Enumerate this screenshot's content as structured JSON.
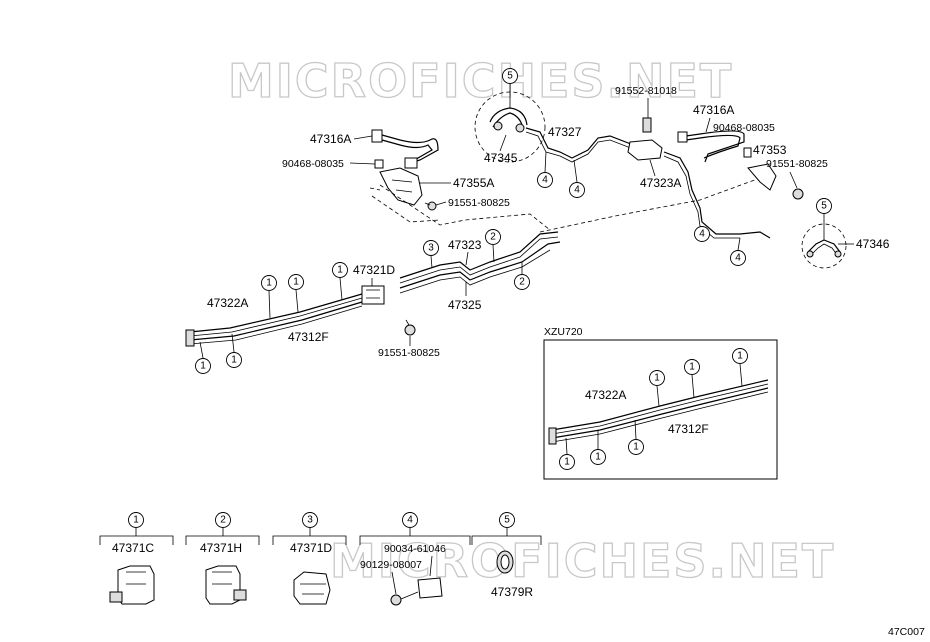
{
  "watermarks": [
    "MICROFICHES.NET",
    "MICROFICHES.NET"
  ],
  "diagram_code": "47C007",
  "inset_label": "XZU720",
  "parts": {
    "p47316A_left": "47316A",
    "p90468_left": "90468-08035",
    "p47355A": "47355A",
    "p91551_a": "91551-80825",
    "p47345": "47345",
    "p47327": "47327",
    "p91552": "91552-81018",
    "p47323A": "47323A",
    "p47316A_right": "47316A",
    "p90468_right": "90468-08035",
    "p47353": "47353",
    "p91551_b": "91551-80825",
    "p47346": "47346",
    "p47321D": "47321D",
    "p47323": "47323",
    "p47325": "47325",
    "p47322A": "47322A",
    "p47312F": "47312F",
    "p91551_c": "91551-80825",
    "inset_47322A": "47322A",
    "inset_47312F": "47312F"
  },
  "callouts": {
    "c5_top": "5",
    "c4_a": "4",
    "c4_b": "4",
    "c4_c": "4",
    "c4_d": "4",
    "c5_right": "5",
    "c3_mid": "3",
    "c2_a": "2",
    "c2_b": "2",
    "c1_a": "1",
    "c1_b": "1",
    "c1_c": "1",
    "c1_d": "1",
    "c1_e": "1",
    "in1_a": "1",
    "in1_b": "1",
    "in1_c": "1",
    "in1_d": "1",
    "in1_e": "1",
    "in1_f": "1"
  },
  "legend": [
    {
      "num": "1",
      "part": "47371C"
    },
    {
      "num": "2",
      "part": "47371H"
    },
    {
      "num": "3",
      "part": "47371D"
    },
    {
      "num": "4",
      "part_a": "90034-61046",
      "part_b": "90129-08007"
    },
    {
      "num": "5",
      "part": "47379R"
    }
  ]
}
